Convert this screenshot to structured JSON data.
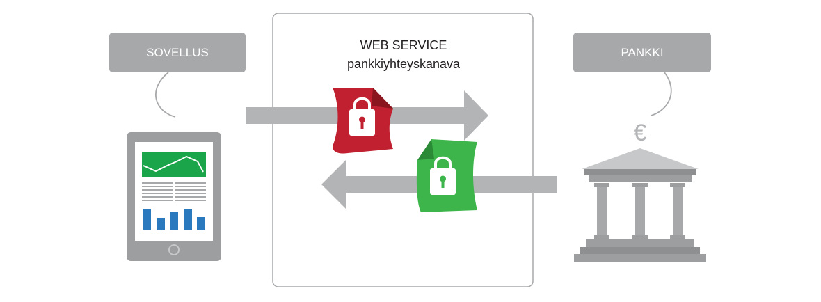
{
  "left_node": {
    "label": "SOVELLUS"
  },
  "right_node": {
    "label": "PANKKI"
  },
  "center_box": {
    "title": "WEB SERVICE",
    "subtitle": "pankkiyhteyskanava"
  },
  "bank_symbol": "€",
  "colors": {
    "gray_arrow": "#b3b4b6",
    "label_box": "#a7a8aa",
    "device": "#9d9ea0",
    "red_doc": "#c0202f",
    "green_doc": "#3db54a",
    "chart_green": "#1aa54a",
    "bar_blue": "#2a78bd"
  },
  "icons": [
    "tablet-icon",
    "bank-icon",
    "lock-icon"
  ]
}
